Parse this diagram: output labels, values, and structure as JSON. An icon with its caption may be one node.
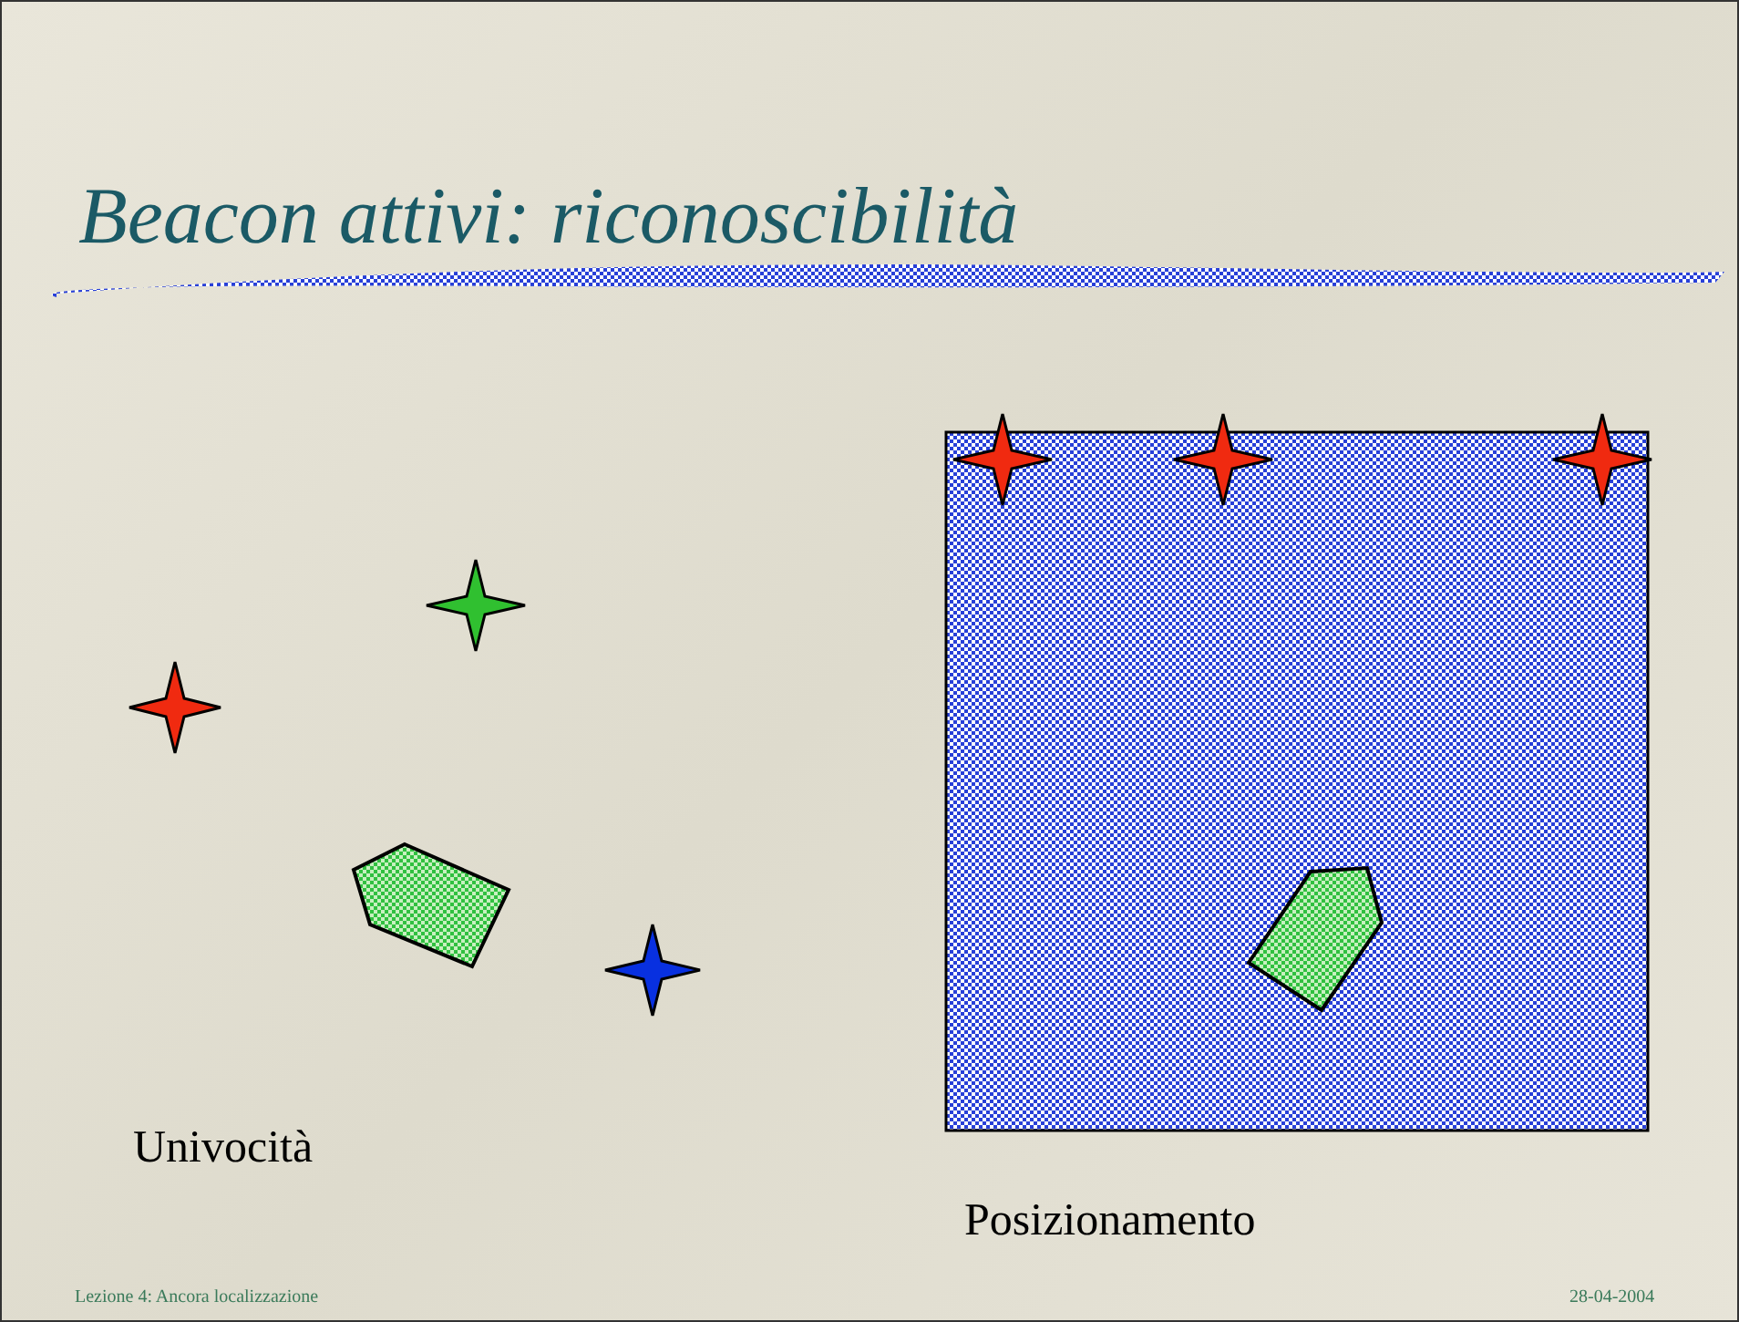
{
  "diagram": {
    "title": "Beacon attivi: riconoscibilità",
    "labels": [
      "Univocità",
      "Posizionamento",
      "Lezione 4: Ancora localizzazione",
      "28-04-2004"
    ]
  }
}
